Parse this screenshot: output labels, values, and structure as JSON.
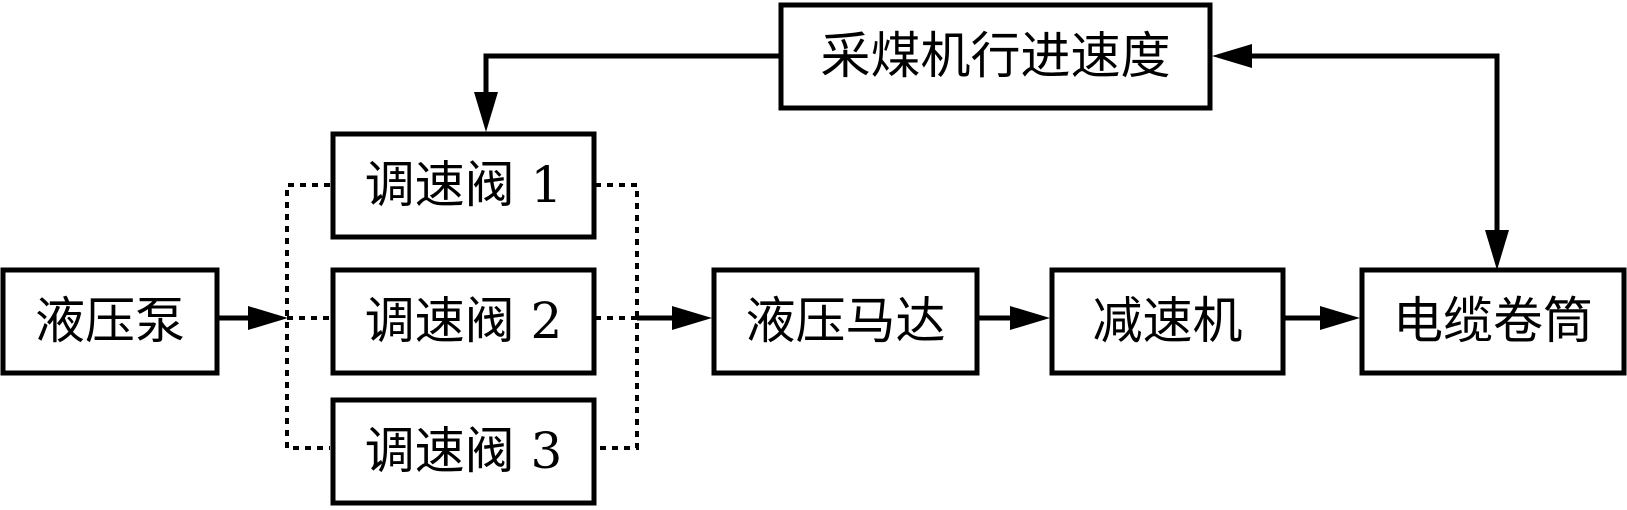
{
  "nodes": {
    "speed": "采煤机行进速度",
    "pump": "液压泵",
    "valve1": "调速阀 1",
    "valve2": "调速阀 2",
    "valve3": "调速阀 3",
    "motor": "液压马达",
    "reducer": "减速机",
    "drum": "电缆卷筒"
  },
  "edges": [
    {
      "from": "pump",
      "to": "valves",
      "style": "solid"
    },
    {
      "from": "valves",
      "to": "motor",
      "style": "solid"
    },
    {
      "from": "motor",
      "to": "reducer",
      "style": "solid"
    },
    {
      "from": "reducer",
      "to": "drum",
      "style": "solid"
    },
    {
      "from": "speed",
      "to": "valve1",
      "style": "solid"
    },
    {
      "from": "speed",
      "to": "drum",
      "style": "solid",
      "bidirectional": true
    }
  ],
  "colors": {
    "stroke": "#000000",
    "background": "#ffffff"
  }
}
